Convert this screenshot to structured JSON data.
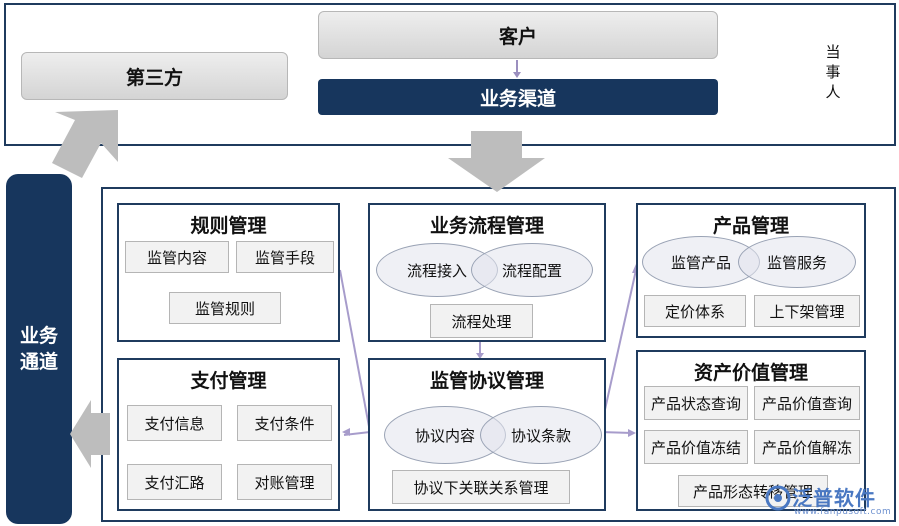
{
  "header": {
    "customer": "客户",
    "third_party": "第三方",
    "channel": "业务渠道",
    "party_label": "当事人"
  },
  "left_bar": {
    "label": "业务通道"
  },
  "modules": {
    "rules": {
      "title": "规则管理",
      "items": [
        "监管内容",
        "监管手段",
        "监管规则"
      ]
    },
    "process": {
      "title": "业务流程管理",
      "circles": [
        "流程接入",
        "流程配置"
      ],
      "items": [
        "流程处理"
      ]
    },
    "product": {
      "title": "产品管理",
      "circles": [
        "监管产品",
        "监管服务"
      ],
      "items": [
        "定价体系",
        "上下架管理"
      ]
    },
    "payment": {
      "title": "支付管理",
      "items": [
        "支付信息",
        "支付条件",
        "支付汇路",
        "对账管理"
      ]
    },
    "agreement": {
      "title": "监管协议管理",
      "circles": [
        "协议内容",
        "协议条款"
      ],
      "items": [
        "协议下关联关系管理"
      ]
    },
    "asset": {
      "title": "资产价值管理",
      "items": [
        "产品状态查询",
        "产品价值查询",
        "产品价值冻结",
        "产品价值解冻",
        "产品形态转移管理"
      ]
    }
  },
  "watermark": {
    "brand": "泛普软件",
    "url": "www.fanpusoft.com"
  }
}
